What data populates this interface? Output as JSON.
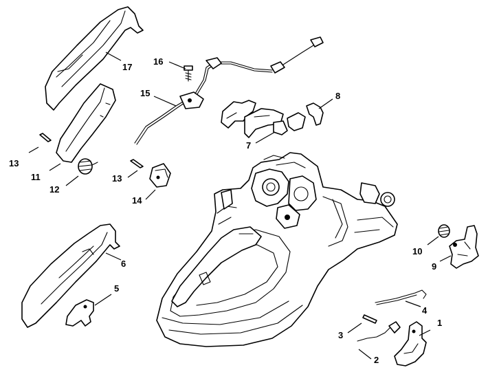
{
  "callouts": {
    "p1": "1",
    "p2": "2",
    "p3": "3",
    "p4": "4",
    "p5": "5",
    "p6": "6",
    "p7": "7",
    "p8": "8",
    "p9": "9",
    "p10": "10",
    "p11": "11",
    "p12": "12",
    "p13a": "13",
    "p13b": "13",
    "p14": "14",
    "p15": "15",
    "p16": "16",
    "p17": "17"
  }
}
